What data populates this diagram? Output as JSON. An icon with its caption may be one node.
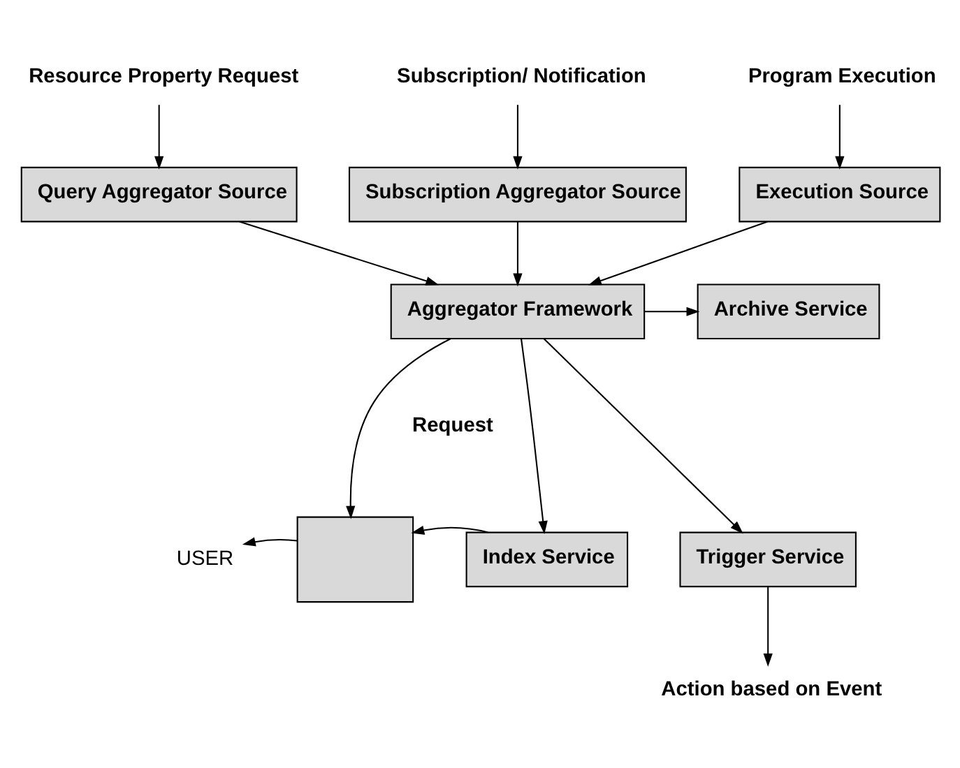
{
  "diagram": {
    "nodes": [
      {
        "text": [
          "Resource Property Request"
        ]
      },
      {
        "text": [
          "Subscription/ Notification"
        ]
      },
      {
        "text": [
          "Program Execution"
        ]
      },
      {
        "text": [
          "Query Aggregator Source"
        ]
      },
      {
        "text": [
          "Subscription Aggregator Source"
        ]
      },
      {
        "text": [
          "Execution Source"
        ]
      },
      {
        "text": [
          "Aggregator Framework"
        ]
      },
      {
        "text": [
          "Archive Service"
        ]
      },
      {
        "text": [],
        "shape": "box"
      },
      {
        "text": [
          "Index Service"
        ]
      },
      {
        "text": [
          "Trigger Service"
        ]
      },
      {
        "text": [
          "USER"
        ]
      },
      {
        "text": [
          "Action based on Event"
        ]
      }
    ],
    "edges": [
      {
        "from": 0,
        "to": 3,
        "arrow": "to"
      },
      {
        "from": 1,
        "to": 4,
        "arrow": "to"
      },
      {
        "from": 2,
        "to": 5,
        "arrow": "to"
      },
      {
        "from": 3,
        "to": 6,
        "arrow": "to"
      },
      {
        "from": 4,
        "to": 6,
        "arrow": "to"
      },
      {
        "from": 5,
        "to": 6,
        "arrow": "to"
      },
      {
        "from": 6,
        "to": 7,
        "arrow": "to"
      },
      {
        "from": 6,
        "to": 8,
        "arrow": "to"
      },
      {
        "from": 6,
        "to": 9,
        "arrow": "to"
      },
      {
        "from": 6,
        "to": 10,
        "arrow": "to"
      },
      {
        "from": 9,
        "to": 8,
        "arrow": "to"
      },
      {
        "from": 8,
        "to": 11,
        "arrow": "to"
      },
      {
        "from": 10,
        "to": 12,
        "arrow": "to"
      }
    ],
    "labels": [
      "Request"
    ]
  }
}
